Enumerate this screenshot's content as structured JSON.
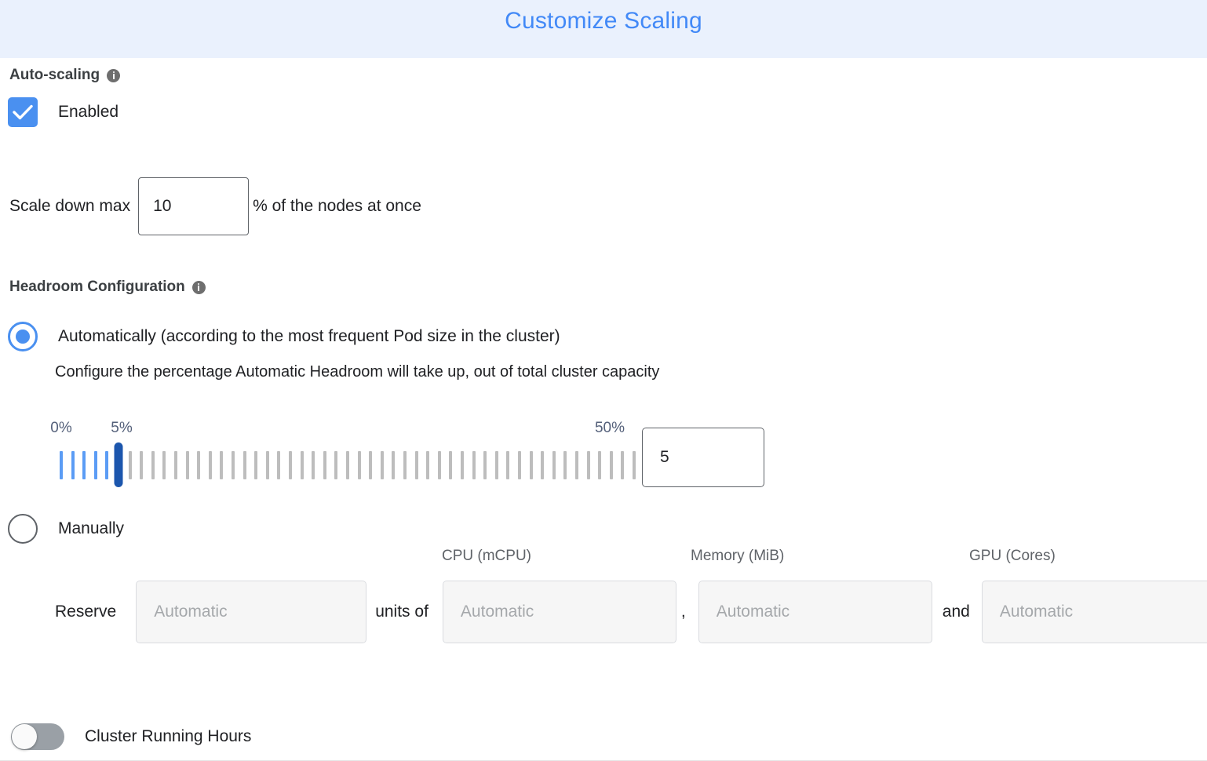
{
  "header": {
    "title": "Customize Scaling"
  },
  "autoscaling": {
    "section_label": "Auto-scaling",
    "info_icon": "info-icon",
    "enabled_label": "Enabled",
    "enabled_checked": true,
    "scale_down": {
      "prefix": "Scale down max",
      "value": "10",
      "suffix": "% of the nodes at once"
    }
  },
  "headroom": {
    "section_label": "Headroom Configuration",
    "info_icon": "info-icon",
    "options": [
      {
        "label": "Automatically (according to the most frequent Pod size in the cluster)",
        "selected": true
      },
      {
        "label": "Manually",
        "selected": false
      }
    ],
    "description": "Configure the percentage Automatic Headroom will take up, out of total cluster capacity",
    "slider": {
      "min_label": "0%",
      "current_label": "5%",
      "max_label": "50%",
      "min": 0,
      "max": 50,
      "value": 5,
      "tick_count": 51,
      "filled_color": "#5b9cf5",
      "empty_color": "#bdbdbd",
      "thumb_color": "#1c56ad",
      "label_color": "#54607a"
    },
    "value_input": "5",
    "manual": {
      "reserve_label": "Reserve",
      "units_label": "units of",
      "comma": ",",
      "and_label": "and",
      "columns": [
        {
          "key": "cpu",
          "header": "CPU (mCPU)"
        },
        {
          "key": "memory",
          "header": "Memory (MiB)"
        },
        {
          "key": "gpu",
          "header": "GPU (Cores)"
        }
      ],
      "units_placeholder": "Automatic",
      "cpu_placeholder": "Automatic",
      "memory_placeholder": "Automatic",
      "gpu_placeholder": "Automatic",
      "units_value": "",
      "cpu_value": "",
      "memory_value": "",
      "gpu_value": ""
    }
  },
  "cluster_running_hours": {
    "label": "Cluster Running Hours",
    "enabled": false
  },
  "colors": {
    "header_bg": "#eaf1fd",
    "header_text": "#4289f7",
    "accent_blue": "#4a90f0",
    "slider_dark_blue": "#1c56ad",
    "body_text": "#202124",
    "muted_text": "#5f6368"
  }
}
